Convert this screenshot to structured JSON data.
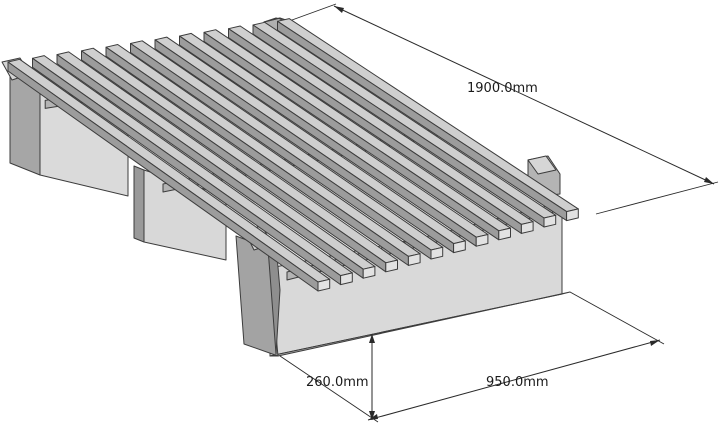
{
  "dimensions": {
    "length_label": "1900.0mm",
    "width_label": "950.0mm",
    "height_label": "260.0mm"
  },
  "model": {
    "slat_count": 12
  },
  "colors": {
    "slat_top": "#cfcfcf",
    "slat_side": "#9c9c9c",
    "support_front": "#a6a6a6",
    "support_side": "#d9d9d9",
    "rail": "#b4b4b4",
    "edge": "#3c3c3c",
    "dimension_line": "#2a2a2a"
  }
}
